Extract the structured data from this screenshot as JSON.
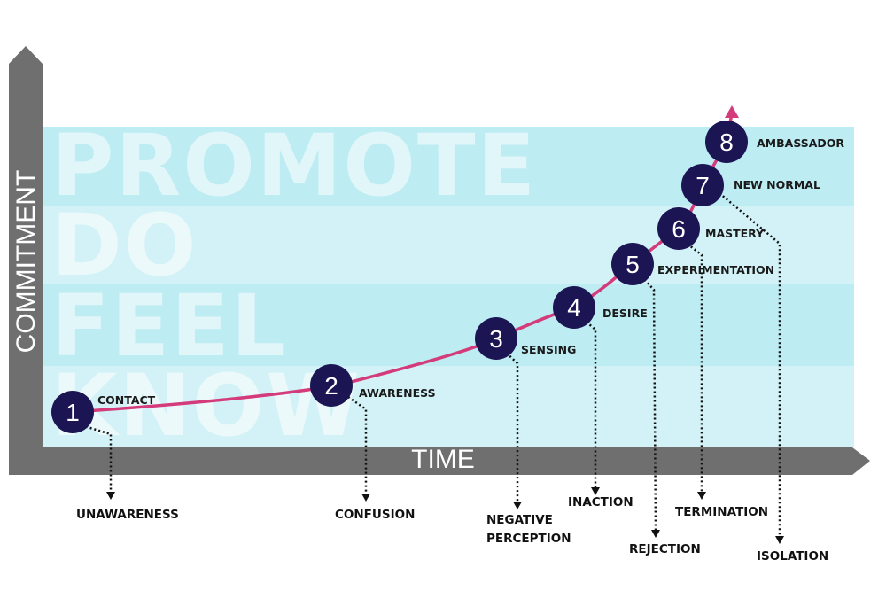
{
  "axes": {
    "y_label": "COMMITMENT",
    "x_label": "TIME"
  },
  "bands": [
    "PROMOTE",
    "DO",
    "FEEL",
    "KNOW"
  ],
  "colors": {
    "band_promote": "#bdecf3",
    "band_do": "#d3f2f7",
    "band_feel": "#bdecf3",
    "band_know": "#d3f2f7",
    "axis": "#6f6f6f",
    "curve": "#d43b7b",
    "node": "#1c1554",
    "node_text": "#ffffff",
    "connector": "#111111"
  },
  "stages": [
    {
      "n": "1",
      "label": "CONTACT",
      "outcome": "UNAWARENESS"
    },
    {
      "n": "2",
      "label": "AWARENESS",
      "outcome": "CONFUSION"
    },
    {
      "n": "3",
      "label": "SENSING",
      "outcome": "NEGATIVE PERCEPTION"
    },
    {
      "n": "4",
      "label": "DESIRE",
      "outcome": "INACTION"
    },
    {
      "n": "5",
      "label": "EXPERIMENTATION",
      "outcome": "REJECTION"
    },
    {
      "n": "6",
      "label": "MASTERY",
      "outcome": "TERMINATION"
    },
    {
      "n": "7",
      "label": "NEW NORMAL",
      "outcome": "ISOLATION"
    },
    {
      "n": "8",
      "label": "AMBASSADOR",
      "outcome": ""
    }
  ]
}
